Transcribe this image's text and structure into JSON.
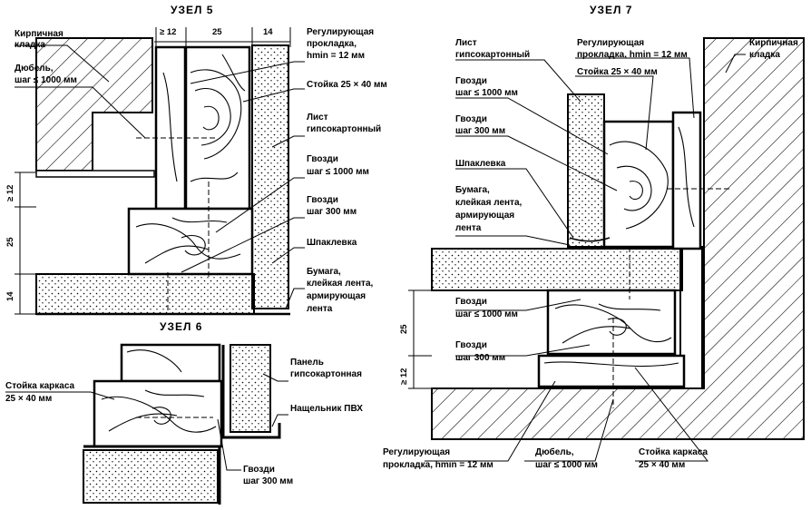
{
  "node5": {
    "title": "УЗЕЛ 5",
    "dims_top": {
      "a": "≥ 12",
      "b": "25",
      "c": "14"
    },
    "dims_left": {
      "a": "≥ 12",
      "b": "25",
      "c": "14"
    },
    "labels": {
      "brick_1": "Кирпичная",
      "brick_2": "кладка",
      "dowel_1": "Дюбель,",
      "dowel_2": "шаг ≤ 1000 мм",
      "shim_1": "Регулирующая",
      "shim_2": "прокладка,",
      "shim_3": "hmin = 12 мм",
      "post": "Стойка 25 × 40 мм",
      "gypsum_1": "Лист",
      "gypsum_2": "гипсокартонный",
      "nails1_1": "Гвозди",
      "nails1_2": "шаг ≤ 1000 мм",
      "nails2_1": "Гвозди",
      "nails2_2": "шаг 300 мм",
      "putty": "Шпаклевка",
      "tape_1": "Бумага,",
      "tape_2": "клейкая лента,",
      "tape_3": "армирующая",
      "tape_4": "лента"
    }
  },
  "node6": {
    "title": "УЗЕЛ 6",
    "labels": {
      "post_1": "Стойка каркаса",
      "post_2": "25 × 40 мм",
      "panel_1": "Панель",
      "panel_2": "гипсокартонная",
      "trim": "Нащельник ПВХ",
      "nails_1": "Гвозди",
      "nails_2": "шаг 300 мм"
    }
  },
  "node7": {
    "title": "УЗЕЛ 7",
    "dims_left": {
      "a": "25",
      "b": "≥ 12"
    },
    "labels": {
      "gypsum_1": "Лист",
      "gypsum_2": "гипсокартонный",
      "shim_1": "Регулирующая",
      "shim_2": "прокладка, hmin = 12 мм",
      "post": "Стойка 25 × 40 мм",
      "brick_1": "Кирпичная",
      "brick_2": "кладка",
      "nails1_1": "Гвозди",
      "nails1_2": "шаг ≤ 1000 мм",
      "nails2_1": "Гвозди",
      "nails2_2": "шаг 300 мм",
      "putty": "Шпаклевка",
      "tape_1": "Бумага,",
      "tape_2": "клейкая лента,",
      "tape_3": "армирующая",
      "tape_4": "лента",
      "nails3_1": "Гвозди",
      "nails3_2": "шаг ≤ 1000 мм",
      "nails4_1": "Гвозди",
      "nails4_2": "шаг 300 мм",
      "shim_b_1": "Регулирующая",
      "shim_b_2": "прокладка, hmin = 12 мм",
      "dowel_1": "Дюбель,",
      "dowel_2": "шаг ≤ 1000 мм",
      "post_b_1": "Стойка каркаса",
      "post_b_2": "25 × 40 мм"
    }
  }
}
